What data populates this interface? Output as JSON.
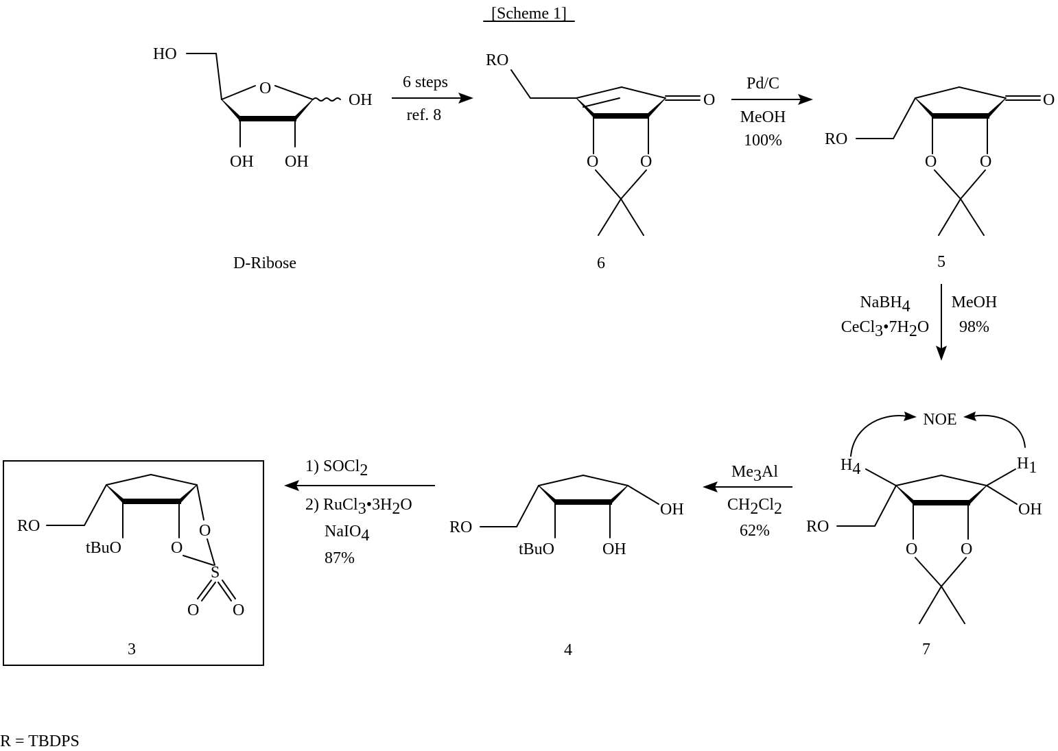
{
  "scheme_title": "[Scheme 1]",
  "footnote": "R = TBDPS",
  "compounds": {
    "ribose": {
      "label": "D-Ribose",
      "atoms": {
        "ho_top": "HO",
        "ring_o": "O",
        "oh_anomeric": "OH",
        "oh_left": "OH",
        "oh_right": "OH"
      }
    },
    "c6": {
      "label": "6",
      "atoms": {
        "ro": "RO",
        "ketone_o": "O",
        "o_left": "O",
        "o_right": "O"
      }
    },
    "c5": {
      "label": "5",
      "atoms": {
        "ro": "RO",
        "ketone_o": "O",
        "o_left": "O",
        "o_right": "O"
      }
    },
    "c7": {
      "label": "7",
      "atoms": {
        "h4": "H",
        "h4_sub": "4",
        "h1": "H",
        "h1_sub": "1",
        "noe": "NOE",
        "ro": "RO",
        "oh": "OH",
        "o_left": "O",
        "o_right": "O"
      }
    },
    "c4": {
      "label": "4",
      "atoms": {
        "ro": "RO",
        "tbuo": "tBuO",
        "oh_bottom": "OH",
        "oh_right": "OH"
      }
    },
    "c3": {
      "label": "3",
      "atoms": {
        "ro": "RO",
        "tbuo": "tBuO",
        "o_ring_top": "O",
        "o_ring_left": "O",
        "s": "S",
        "o_s_left": "O",
        "o_s_right": "O"
      }
    }
  },
  "reactions": {
    "r1": {
      "line1": "6 steps",
      "line2": "ref. 8"
    },
    "r2": {
      "line1": "Pd/C",
      "line2": "MeOH",
      "line3": "100%"
    },
    "r3": {
      "left1_main": "NaBH",
      "left1_sub": "4",
      "left2_a": "CeCl",
      "left2_sub": "3",
      "left2_b": "•7H",
      "left2_sub2": "2",
      "left2_c": "O",
      "right1": "MeOH",
      "right2": "98%"
    },
    "r4": {
      "line1_a": "Me",
      "line1_sub": "3",
      "line1_b": "Al",
      "line2_a": "CH",
      "line2_sub": "2",
      "line2_b": "Cl",
      "line2_sub2": "2",
      "line3": "62%"
    },
    "r5": {
      "line1_a": "1) SOCl",
      "line1_sub": "2",
      "line2_a": "2) RuCl",
      "line2_sub": "3",
      "line2_b": "•3H",
      "line2_sub2": "2",
      "line2_c": "O",
      "line3_a": "NaIO",
      "line3_sub": "4",
      "line4": "87%"
    }
  }
}
